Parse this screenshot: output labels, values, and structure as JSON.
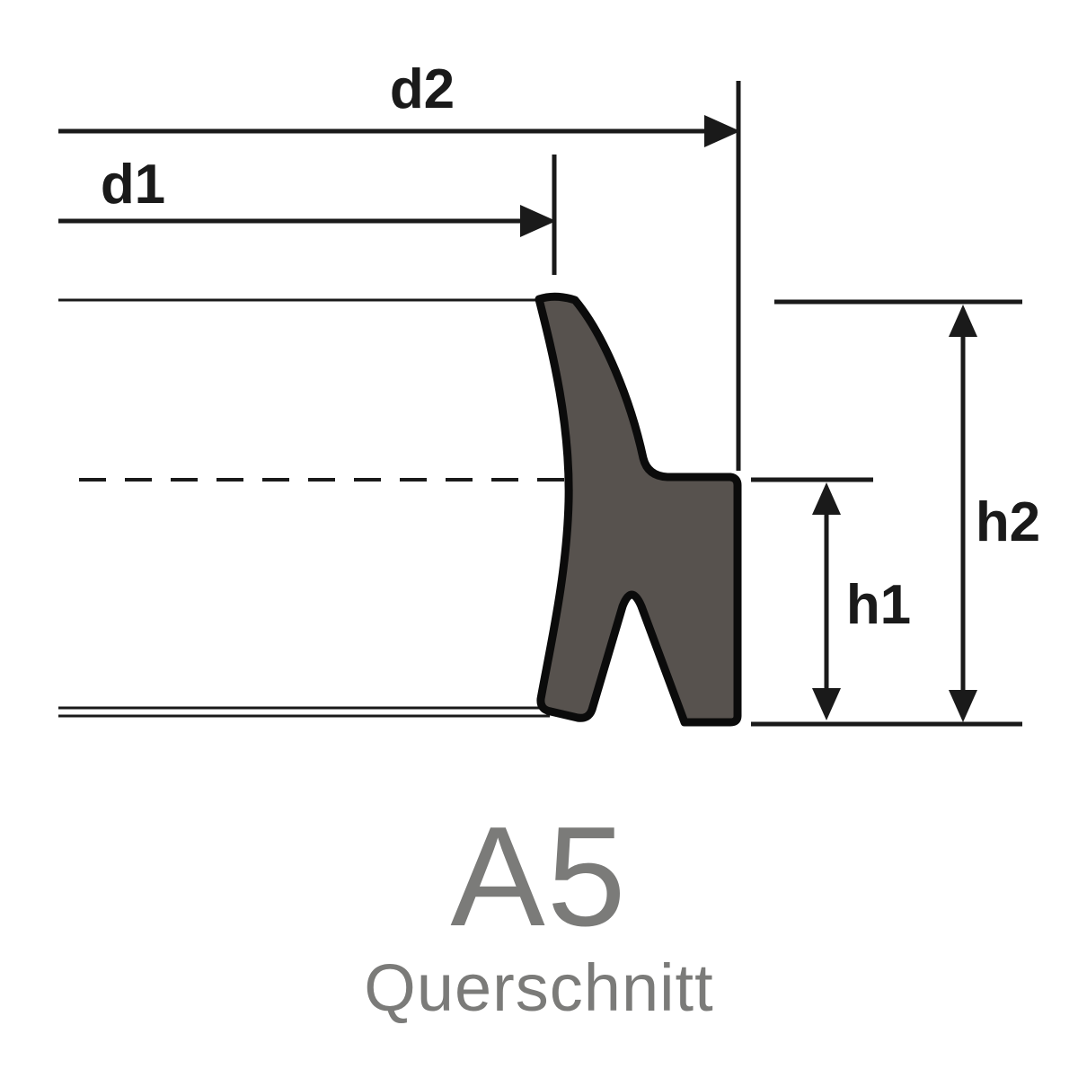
{
  "diagram": {
    "labels": {
      "d1": "d1",
      "d2": "d2",
      "h1": "h1",
      "h2": "h2"
    },
    "title": "A5",
    "subtitle": "Querschnitt",
    "colors": {
      "profile_fill": "#57524e",
      "outline": "#0b0b0b",
      "dimension_line": "#1a1a1a",
      "title_text": "#7b7b79",
      "background": "#ffffff"
    }
  }
}
